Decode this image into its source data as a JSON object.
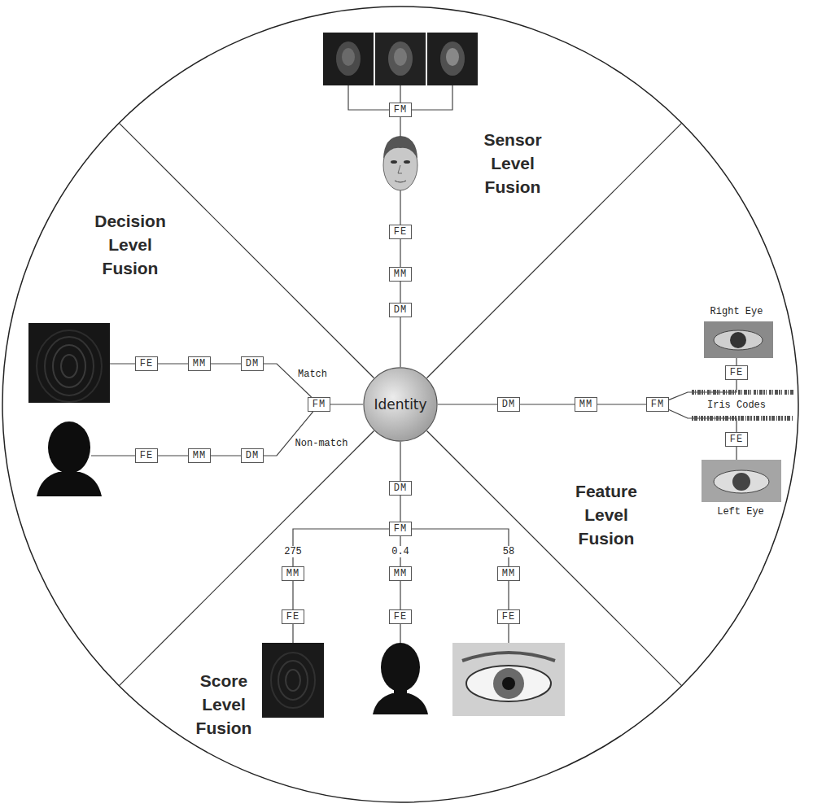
{
  "diagram": {
    "nodes": [
      {
        "text": [
          "FM"
        ]
      },
      {
        "text": [
          "FE"
        ]
      },
      {
        "text": [
          "MM"
        ]
      },
      {
        "text": [
          "DM"
        ]
      },
      {
        "text": [
          "FE"
        ]
      },
      {
        "text": [
          "MM"
        ]
      },
      {
        "text": [
          "DM"
        ]
      },
      {
        "text": [
          "FE"
        ]
      },
      {
        "text": [
          "FM"
        ]
      },
      {
        "text": [
          "Identity"
        ]
      },
      {
        "text": [
          "DM"
        ]
      },
      {
        "text": [
          "MM"
        ]
      },
      {
        "text": [
          "FM"
        ]
      },
      {
        "text": [
          "FE"
        ]
      },
      {
        "text": [
          "MM"
        ]
      },
      {
        "text": [
          "DM"
        ]
      },
      {
        "text": [
          "FE"
        ]
      },
      {
        "text": [
          "DM"
        ]
      },
      {
        "text": [
          "FM"
        ]
      },
      {
        "text": [
          "MM"
        ]
      },
      {
        "text": [
          "MM"
        ]
      },
      {
        "text": [
          "MM"
        ]
      },
      {
        "text": [
          "FE"
        ]
      },
      {
        "text": [
          "FE"
        ]
      },
      {
        "text": [
          "FE"
        ]
      }
    ],
    "edges": [
      {
        "from": 0,
        "to": 1,
        "arrow": "none"
      },
      {
        "from": 1,
        "to": 2,
        "arrow": "none"
      },
      {
        "from": 2,
        "to": 3,
        "arrow": "none"
      },
      {
        "from": 3,
        "to": 9,
        "arrow": "none"
      },
      {
        "from": 4,
        "to": 5,
        "arrow": "none"
      },
      {
        "from": 5,
        "to": 6,
        "arrow": "none"
      },
      {
        "from": 6,
        "to": 8,
        "label": "Match",
        "arrow": "none"
      },
      {
        "from": 13,
        "to": 14,
        "arrow": "none"
      },
      {
        "from": 14,
        "to": 15,
        "arrow": "none"
      },
      {
        "from": 15,
        "to": 8,
        "label": "Non-match",
        "arrow": "none"
      },
      {
        "from": 8,
        "to": 9,
        "arrow": "none"
      },
      {
        "from": 7,
        "to": 12,
        "arrow": "none"
      },
      {
        "from": 16,
        "to": 12,
        "arrow": "none"
      },
      {
        "from": 12,
        "to": 11,
        "arrow": "none"
      },
      {
        "from": 11,
        "to": 10,
        "arrow": "none"
      },
      {
        "from": 10,
        "to": 9,
        "arrow": "none"
      },
      {
        "from": 22,
        "to": 19,
        "arrow": "none"
      },
      {
        "from": 23,
        "to": 20,
        "arrow": "none"
      },
      {
        "from": 24,
        "to": 21,
        "arrow": "none"
      },
      {
        "from": 19,
        "to": 18,
        "label": "275",
        "arrow": "none"
      },
      {
        "from": 20,
        "to": 18,
        "label": "0.4",
        "arrow": "none"
      },
      {
        "from": 21,
        "to": 18,
        "label": "58",
        "arrow": "none"
      },
      {
        "from": 18,
        "to": 17,
        "arrow": "none"
      },
      {
        "from": 17,
        "to": 9,
        "arrow": "none"
      }
    ],
    "labels": [
      "Sensor Level Fusion",
      "Decision Level Fusion",
      "Right Eye",
      "Iris Codes",
      "Feature Level Fusion",
      "Left Eye",
      "Score Level Fusion"
    ]
  }
}
